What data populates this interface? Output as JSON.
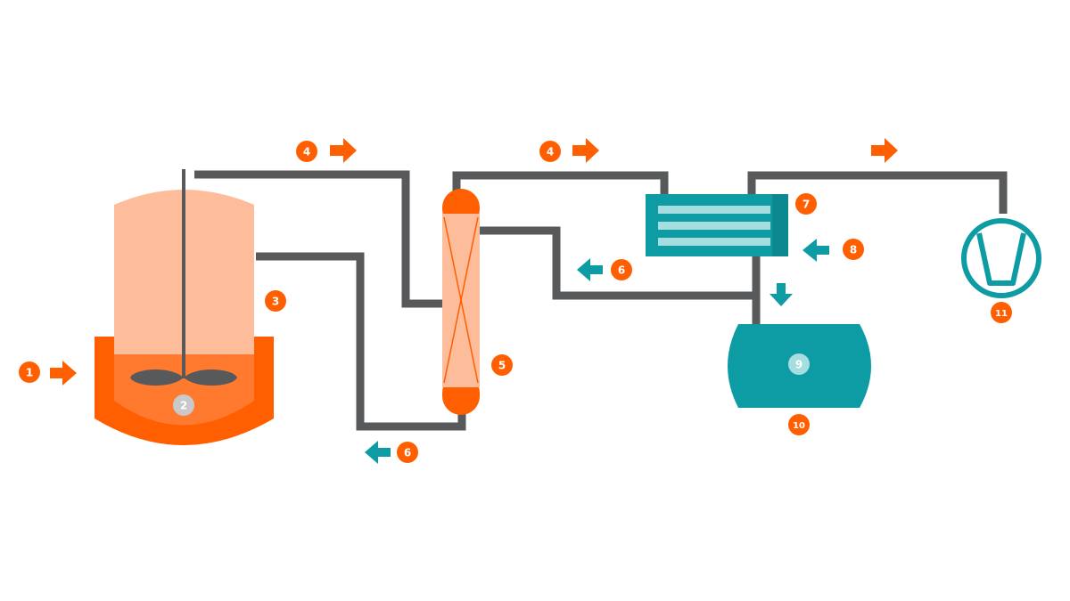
{
  "colors": {
    "orange": "#ff5f00",
    "peach": "#fdbd9b",
    "teal": "#0d9ca4",
    "teal_light": "#a6dde0",
    "pipe": "#58595b",
    "light_badge": "#c9c9c9"
  },
  "labels": {
    "l1": "1",
    "l2": "2",
    "l3": "3",
    "l4a": "4",
    "l4b": "4",
    "l5": "5",
    "l6a": "6",
    "l6b": "6",
    "l7": "7",
    "l8": "8",
    "l9": "9",
    "l10": "10",
    "l11": "11"
  },
  "icons": {
    "arrow_in": "arrow-right-icon",
    "arrow_out": "arrow-left-icon",
    "arrow_down": "arrow-down-icon",
    "fan": "compressor-icon"
  }
}
